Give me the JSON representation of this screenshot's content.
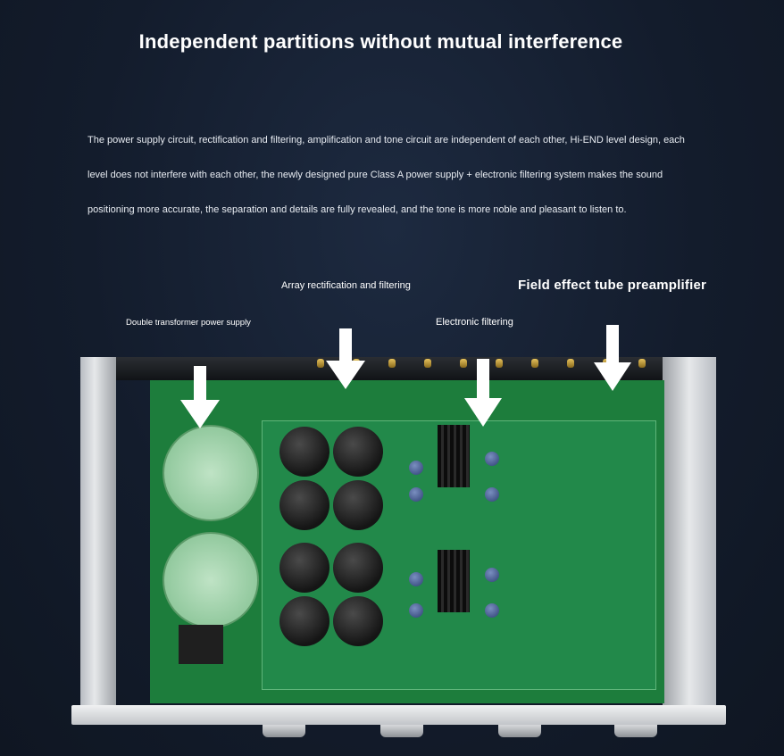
{
  "heading": "Independent partitions without mutual interference",
  "description": {
    "line1": "The power supply circuit, rectification and filtering, amplification and tone circuit are independent of each other, Hi-END level design, each",
    "line2": "level does not interfere with each other, the newly designed pure Class A power supply + electronic filtering system makes the sound",
    "line3": "positioning more accurate, the separation and details are fully revealed, and the tone is more noble and pleasant to listen to."
  },
  "callouts": {
    "array_rectification": "Array rectification and filtering",
    "field_effect": "Field effect tube preamplifier",
    "double_transformer": "Double transformer power supply",
    "electronic_filtering": "Electronic filtering"
  },
  "colors": {
    "background": "#131c2c",
    "pcb": "#1d7d3c",
    "arrow": "#ffffff"
  }
}
